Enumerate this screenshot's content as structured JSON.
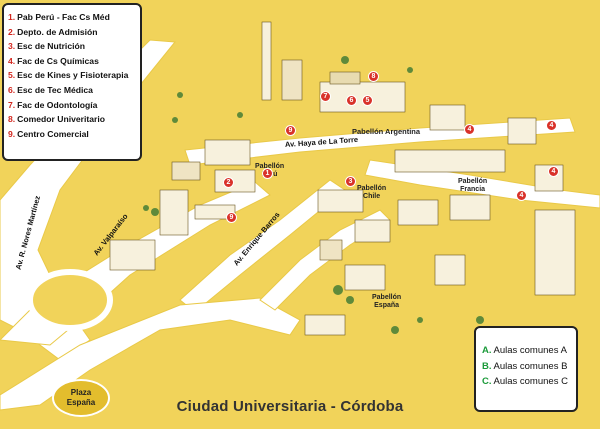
{
  "legend": {
    "items": [
      {
        "num": "1.",
        "label": "Pab Perú - Fac Cs Méd"
      },
      {
        "num": "2.",
        "label": "Depto. de Admisión"
      },
      {
        "num": "3.",
        "label": "Esc de Nutrición"
      },
      {
        "num": "4.",
        "label": "Fac  de Cs Químicas"
      },
      {
        "num": "5.",
        "label": "Esc de Kines y Fisioterapia"
      },
      {
        "num": "6.",
        "label": "Esc de Tec Médica"
      },
      {
        "num": "7.",
        "label": "Fac de Odontología"
      },
      {
        "num": "8.",
        "label": "Comedor Univeritario"
      },
      {
        "num": "9.",
        "label": "Centro Comercial"
      }
    ]
  },
  "aulas": {
    "items": [
      {
        "letter": "A.",
        "label": "Aulas comunes A"
      },
      {
        "letter": "B.",
        "label": "Aulas comunes B"
      },
      {
        "letter": "C.",
        "label": "Aulas comunes C"
      }
    ]
  },
  "title": "Ciudad Universitaria - Córdoba",
  "plaza": {
    "line1": "Plaza",
    "line2": "España"
  },
  "streets": {
    "nores": "Av. R. Nores Martínez",
    "valparaiso": "Av. Valparaíso",
    "barros": "Av. Enrique Barros",
    "haya": "Av. Haya de La Torre"
  },
  "pavilions": {
    "argentina": "Pabellón Argentina",
    "peru_1": "Pabellón",
    "peru_2": "Perú",
    "chile_1": "Pabellón",
    "chile_2": "Chile",
    "francia_1": "Pabellón",
    "francia_2": "Francia",
    "espana_1": "Pabellón",
    "espana_2": "España"
  },
  "markers": {
    "m1": "1",
    "m2": "2",
    "m3": "3",
    "m4a": "4",
    "m4b": "4",
    "m4c": "4",
    "m4d": "4",
    "m5": "5",
    "m6": "6",
    "m7": "7",
    "m8": "8",
    "m9a": "9",
    "m9b": "9"
  },
  "colors": {
    "ground": "#f1d35a",
    "road": "#ffffff",
    "marker": "#d9322a",
    "legend_number": "#d2261e",
    "aulas_letter": "#1b9a3a"
  }
}
